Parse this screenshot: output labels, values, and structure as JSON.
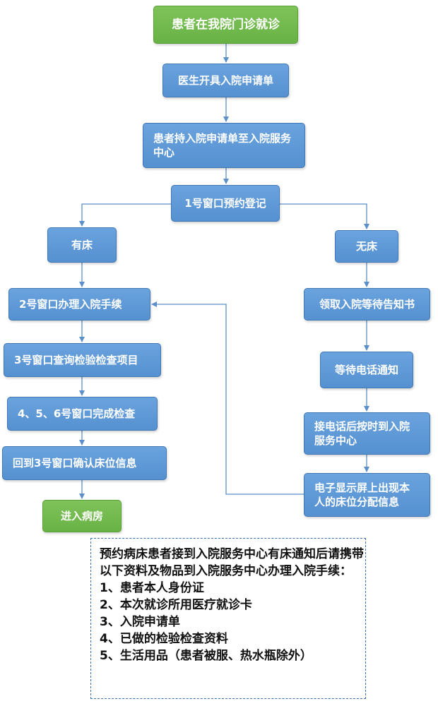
{
  "nodes": {
    "start": "患者在我院门诊就诊",
    "doctor": "医生开具入院申请单",
    "service_center": "患者持入院申请单至入院服务中心",
    "window1": "1号窗口预约登记",
    "has_bed": "有床",
    "no_bed": "无床",
    "window2": "2号窗口办理入院手续",
    "window3": "3号窗口查询检验检查项目",
    "window456": "4、5、6号窗口完成检查",
    "back_window3": "回到3号窗口确认床位信息",
    "ward": "进入病房",
    "waiting_notice": "领取入院等待告知书",
    "wait_call": "等待电话通知",
    "after_call": "接电话后按时到入院服务中心",
    "screen_info": "电子显示屏上出现本人的床位分配信息"
  },
  "note": {
    "intro": "预约病床患者接到入院服务中心有床通知后请携带以下资料及物品到入院服务中心办理入院手续：",
    "items": [
      "1、患者本人身份证",
      "2、本次就诊所用医疗就诊卡",
      "3、入院申请单",
      "4、已做的检验检查资料",
      "5、生活用品（患者被服、热水瓶除外）"
    ]
  },
  "colors": {
    "node_blue": "#5b97d6",
    "node_green": "#70b84c",
    "connector": "#5b8fc9",
    "note_border": "#3b6fb0"
  }
}
